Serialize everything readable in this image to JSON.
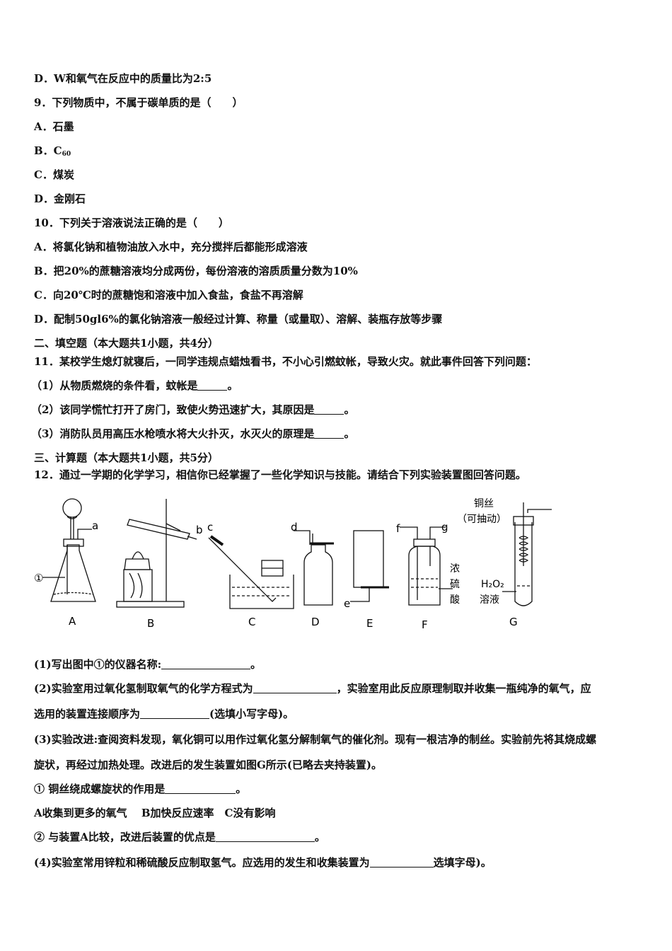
{
  "lines": {
    "l1": "D．W和氧气在反应中的质量比为2:5",
    "l2": "9．下列物质中，不属于碳单质的是（　　）",
    "l3": "A．石墨",
    "l4_pre": "B．C",
    "l4_sub": "60",
    "l5": "C．煤炭",
    "l6": "D．金刚石",
    "l7": "10．下列关于溶液说法正确的是（　　）",
    "l8": "A．将氯化钠和植物油放入水中，充分搅拌后都能形成溶液",
    "l9": "B．把20%的蔗糖溶液均分成两份，每份溶液的溶质质量分数为10%",
    "l10": "C．向20℃时的蔗糖饱和溶液中加入食盐，食盐不再溶解",
    "l11": "D．配制50gl6%的氯化钠溶液一般经过计算、称量（或量取）、溶解、装瓶存放等步骤",
    "l12": "二、填空题（本大题共1小题，共4分）",
    "l13": "11．某校学生熄灯就寝后，一同学违规点蜡烛看书，不小心引燃蚊帐，导致火灾。就此事件回答下列问题：",
    "l14_a": "（1）从物质燃烧的条件看，蚊帐是",
    "l14_b": "。",
    "l15_a": "（2）该同学慌忙打开了房门，致使火势迅速扩大，其原因是",
    "l15_b": "。",
    "l16_a": "（3）消防队员用高压水枪喷水将大火扑灭，水灭火的原理是",
    "l16_b": "。",
    "l17": "三、计算题（本大题共1小题，共5分）",
    "l18": "12．通过一学期的化学学习，相信你已经掌握了一些化学知识与技能。请结合下列实验装置图回答问题。",
    "q1_a": "(1)写出图中①的仪器名称:",
    "q1_b": "。",
    "q2_a": "(2)实验室用过氧化氢制取氧气的化学方程式为",
    "q2_b": "，实验室用此反应原理制取并收集一瓶纯净的氧气，应",
    "q2c_a": "选用的装置连接顺序为",
    "q2c_b": "(选填小写字母)。",
    "q3": "(3)实验改进:查阅资料发现，氧化铜可以用作过氧化氢分解制氧气的催化剂。现有一根洁净的制丝。实验前先将其烧成螺",
    "q3c": "旋状，再经过加热处理。改进后的发生装置如图G所示(已略去夹持装置)。",
    "q3_1a": "① 铜丝绕成螺旋状的作用是",
    "q3_1b": "。",
    "q3_opts": "A收集到更多的氧气　 B加快反应速率　C没有影响",
    "q3_2a": "② 与装置A比较，改进后装置的优点是",
    "q3_2b": "。",
    "q4_a": "(4)实验室常用锌粒和稀硫酸反应制取氢气。应选用的发生和收集装置为",
    "q4_b": "选填字母)。"
  },
  "diagram": {
    "apparatus": [
      "A",
      "B",
      "C",
      "D",
      "E",
      "F",
      "G"
    ],
    "ports": [
      "a",
      "b",
      "c",
      "d",
      "e",
      "f",
      "g"
    ],
    "marker": "①",
    "label_wire_1": "铜丝",
    "label_wire_2": "（可抽动）",
    "label_acid_1": "浓",
    "label_acid_2": "硫",
    "label_acid_3": "酸",
    "label_h2o2_1": "H₂O₂",
    "label_h2o2_2": "溶液"
  }
}
